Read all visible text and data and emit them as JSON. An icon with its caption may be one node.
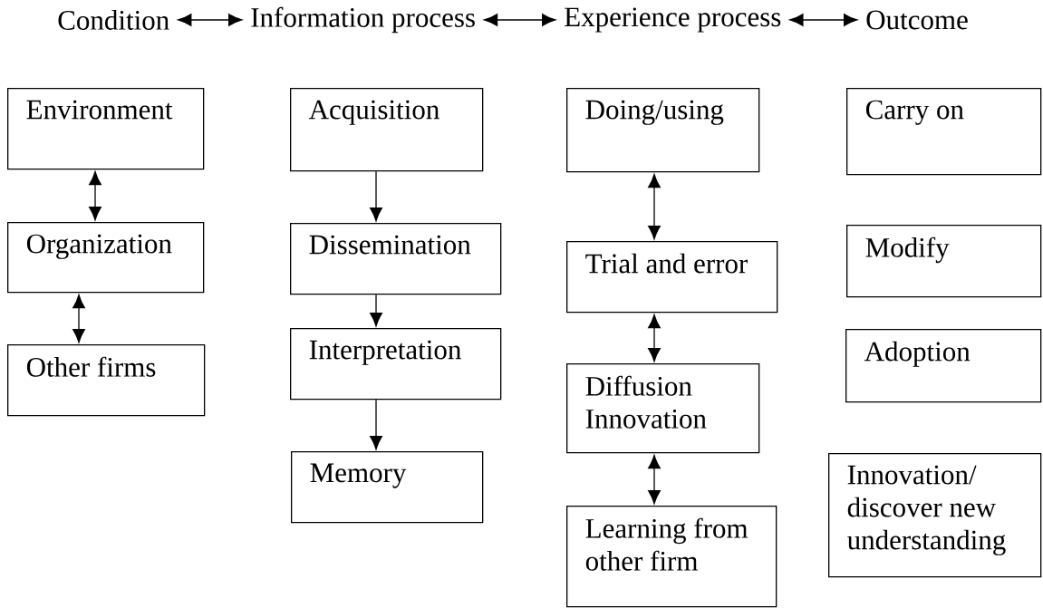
{
  "diagram": {
    "nodes": [
      {
        "text": [
          "Condition"
        ]
      },
      {
        "text": [
          "Information process"
        ]
      },
      {
        "text": [
          "Experience process"
        ]
      },
      {
        "text": [
          "Outcome"
        ]
      },
      {
        "text": [
          "Environment"
        ]
      },
      {
        "text": [
          "Organization"
        ]
      },
      {
        "text": [
          "Other firms"
        ]
      },
      {
        "text": [
          "Acquisition"
        ]
      },
      {
        "text": [
          "Dissemination"
        ]
      },
      {
        "text": [
          "Interpretation"
        ]
      },
      {
        "text": [
          "Memory"
        ]
      },
      {
        "text": [
          "Doing/using"
        ]
      },
      {
        "text": [
          "Trial and error"
        ]
      },
      {
        "text": [
          "Diffusion Innovation"
        ]
      },
      {
        "text": [
          "Learning from other firm"
        ]
      },
      {
        "text": [
          "Carry on"
        ]
      },
      {
        "text": [
          "Modify"
        ]
      },
      {
        "text": [
          "Adoption"
        ]
      },
      {
        "text": [
          "Innovation/ discover new understanding"
        ]
      }
    ],
    "edges": [
      {
        "from": 0,
        "to": 1,
        "arrow": "both"
      },
      {
        "from": 1,
        "to": 2,
        "arrow": "both"
      },
      {
        "from": 2,
        "to": 3,
        "arrow": "both"
      },
      {
        "from": 4,
        "to": 5,
        "arrow": "both"
      },
      {
        "from": 5,
        "to": 6,
        "arrow": "both"
      },
      {
        "from": 7,
        "to": 8,
        "arrow": "to"
      },
      {
        "from": 8,
        "to": 9,
        "arrow": "to"
      },
      {
        "from": 9,
        "to": 10,
        "arrow": "to"
      },
      {
        "from": 11,
        "to": 12,
        "arrow": "both"
      },
      {
        "from": 12,
        "to": 13,
        "arrow": "both"
      },
      {
        "from": 13,
        "to": 14,
        "arrow": "both"
      }
    ]
  }
}
